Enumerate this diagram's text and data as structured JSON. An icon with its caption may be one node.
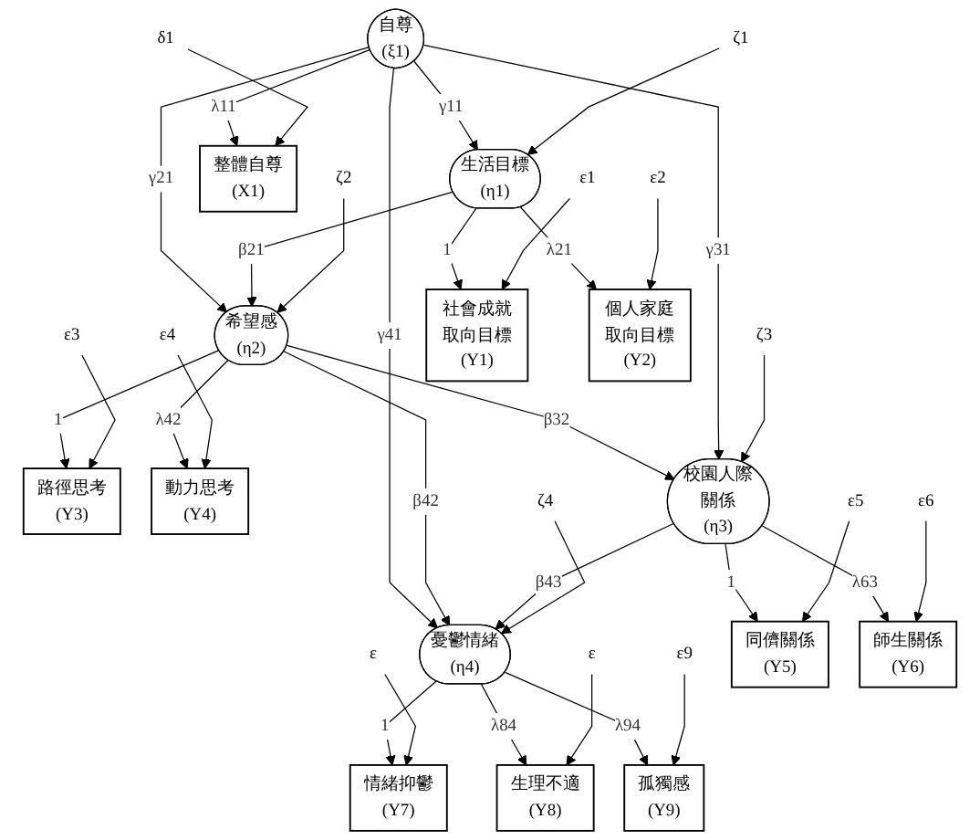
{
  "diagram": {
    "nodes": [
      {
        "text": [
          "ε3"
        ]
      },
      {
        "text": [
          "ε4"
        ]
      },
      {
        "text": [
          "路徑思考",
          "(Y3)"
        ]
      },
      {
        "text": [
          "動力思考",
          "(Y4)"
        ]
      },
      {
        "text": [
          "ζ2"
        ]
      },
      {
        "text": [
          "希望感",
          "(η2)"
        ]
      },
      {
        "text": [
          "情緒抑鬱",
          "(Y7)"
        ]
      },
      {
        "text": [
          "ε"
        ]
      },
      {
        "text": [
          "δ1"
        ]
      },
      {
        "text": [
          "整體自尊",
          "(X1)"
        ]
      },
      {
        "text": [
          "自尊",
          "(ξ1)"
        ]
      },
      {
        "text": [
          "憂鬱情緒",
          "(η4)"
        ]
      },
      {
        "text": [
          "生理不適",
          "(Y8)"
        ]
      },
      {
        "text": [
          "ε"
        ]
      },
      {
        "text": [
          "孤獨感",
          "(Y9)"
        ]
      },
      {
        "text": [
          "ε9"
        ]
      },
      {
        "text": [
          "ζ4"
        ]
      },
      {
        "text": [
          "生活目標",
          "(η1)"
        ]
      },
      {
        "text": [
          "ζ1"
        ]
      },
      {
        "text": [
          "校園人際關係",
          "(η3)"
        ]
      },
      {
        "text": [
          "ζ3"
        ]
      },
      {
        "text": [
          "社會成就取向目標",
          "(Y1)"
        ]
      },
      {
        "text": [
          "個人家庭取向目標",
          "(Y2)"
        ]
      },
      {
        "text": [
          "同儕關係",
          "(Y5)"
        ]
      },
      {
        "text": [
          "師生關係",
          "(Y6)"
        ]
      },
      {
        "text": [
          "ε1"
        ]
      },
      {
        "text": [
          "ε2"
        ]
      },
      {
        "text": [
          "ε5"
        ]
      },
      {
        "text": [
          "ε6"
        ]
      }
    ],
    "edges": [
      {
        "from": 10,
        "to": 9,
        "arrow": "to",
        "label": "λ11"
      },
      {
        "from": 8,
        "to": 9,
        "arrow": "to"
      },
      {
        "from": 10,
        "to": 17,
        "arrow": "to",
        "label": "γ11"
      },
      {
        "from": 17,
        "to": 21,
        "arrow": "to",
        "label": "1"
      },
      {
        "from": 17,
        "to": 22,
        "arrow": "to",
        "label": "λ21"
      },
      {
        "from": 10,
        "to": 5,
        "arrow": "to",
        "label": "γ21"
      },
      {
        "from": 17,
        "to": 5,
        "arrow": "to",
        "label": "β21"
      },
      {
        "from": 5,
        "to": 2,
        "arrow": "to",
        "label": "1"
      },
      {
        "from": 5,
        "to": 3,
        "arrow": "to",
        "label": "λ42"
      },
      {
        "from": 5,
        "to": 19,
        "arrow": "to",
        "label": "β32"
      },
      {
        "from": 10,
        "to": 19,
        "arrow": "to",
        "label": "γ31"
      },
      {
        "from": 10,
        "to": 11,
        "arrow": "to",
        "label": "γ41"
      },
      {
        "from": 5,
        "to": 11,
        "arrow": "to",
        "label": "β42"
      },
      {
        "from": 19,
        "to": 11,
        "arrow": "to",
        "label": "β43"
      },
      {
        "from": 19,
        "to": 23,
        "arrow": "to",
        "label": "1"
      },
      {
        "from": 19,
        "to": 24,
        "arrow": "to",
        "label": "λ63"
      },
      {
        "from": 11,
        "to": 6,
        "arrow": "to",
        "label": "1"
      },
      {
        "from": 11,
        "to": 12,
        "arrow": "to",
        "label": "λ84"
      },
      {
        "from": 11,
        "to": 14,
        "arrow": "to",
        "label": "λ94"
      },
      {
        "from": 0,
        "to": 2,
        "arrow": "to"
      },
      {
        "from": 1,
        "to": 3,
        "arrow": "to"
      },
      {
        "from": 4,
        "to": 5,
        "arrow": "to"
      },
      {
        "from": 18,
        "to": 17,
        "arrow": "to"
      },
      {
        "from": 20,
        "to": 19,
        "arrow": "to"
      },
      {
        "from": 16,
        "to": 11,
        "arrow": "to"
      },
      {
        "from": 7,
        "to": 6,
        "arrow": "to"
      },
      {
        "from": 13,
        "to": 12,
        "arrow": "to"
      },
      {
        "from": 15,
        "to": 14,
        "arrow": "to"
      },
      {
        "from": 25,
        "to": 21,
        "arrow": "to"
      },
      {
        "from": 26,
        "to": 22,
        "arrow": "to"
      },
      {
        "from": 27,
        "to": 23,
        "arrow": "to"
      },
      {
        "from": 28,
        "to": 24,
        "arrow": "to"
      }
    ]
  }
}
